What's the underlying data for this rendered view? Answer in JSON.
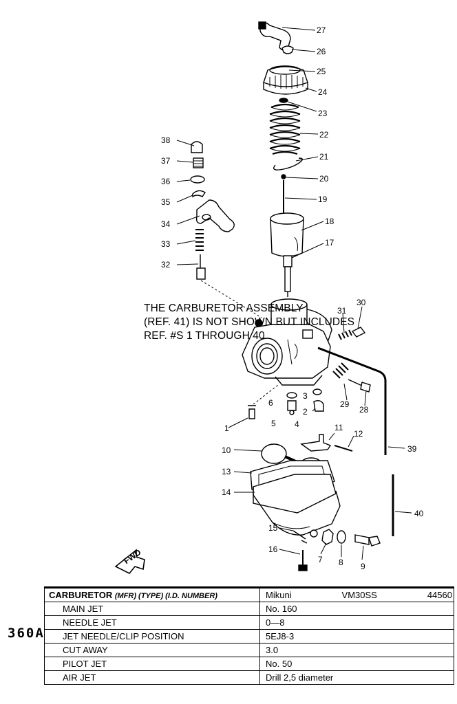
{
  "note": {
    "line1": "THE CARBURETOR ASSEMBLY",
    "line2": "(REF. 41) IS NOT SHOWN BUT INCLUDES",
    "line3": "REF. #S 1 THROUGH 40"
  },
  "page_ref": "360A",
  "fwd_label": "FWD",
  "callouts": [
    "1",
    "2",
    "3",
    "4",
    "5",
    "6",
    "7",
    "8",
    "9",
    "10",
    "11",
    "12",
    "13",
    "14",
    "15",
    "16",
    "17",
    "18",
    "19",
    "20",
    "21",
    "22",
    "23",
    "24",
    "25",
    "26",
    "27",
    "28",
    "29",
    "30",
    "31",
    "32",
    "33",
    "34",
    "35",
    "36",
    "37",
    "38",
    "39",
    "40"
  ],
  "spec_table": {
    "header_label": "CARBURETOR",
    "header_sub": "(MFR) (TYPE) (I.D. NUMBER)",
    "mfr": "Mikuni",
    "type": "VM30SS",
    "id_number": "44560",
    "rows": [
      {
        "label": "MAIN JET",
        "value": "No. 160"
      },
      {
        "label": "NEEDLE JET",
        "value": "0—8"
      },
      {
        "label": "JET NEEDLE/CLIP POSITION",
        "value": "5EJ8-3"
      },
      {
        "label": "CUT AWAY",
        "value": "3.0"
      },
      {
        "label": "PILOT JET",
        "value": "No. 50"
      },
      {
        "label": "AIR JET",
        "value": "Drill 2,5 diameter"
      }
    ]
  }
}
